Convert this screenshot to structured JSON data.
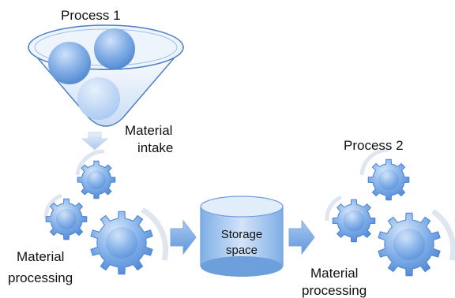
{
  "process1": {
    "title": "Process 1",
    "intake_label": [
      "Material",
      "intake"
    ],
    "processing_label": [
      "Material",
      "processing"
    ]
  },
  "storage": {
    "label": [
      "Storage",
      "space"
    ]
  },
  "process2": {
    "title": "Process 2",
    "processing_label": [
      "Material",
      "processing"
    ]
  },
  "colors": {
    "blue_dark": "#3f7fcf",
    "blue_mid": "#7aaee8",
    "blue_light": "#cfe1f7",
    "arc_gray": "#dfe6ef"
  }
}
